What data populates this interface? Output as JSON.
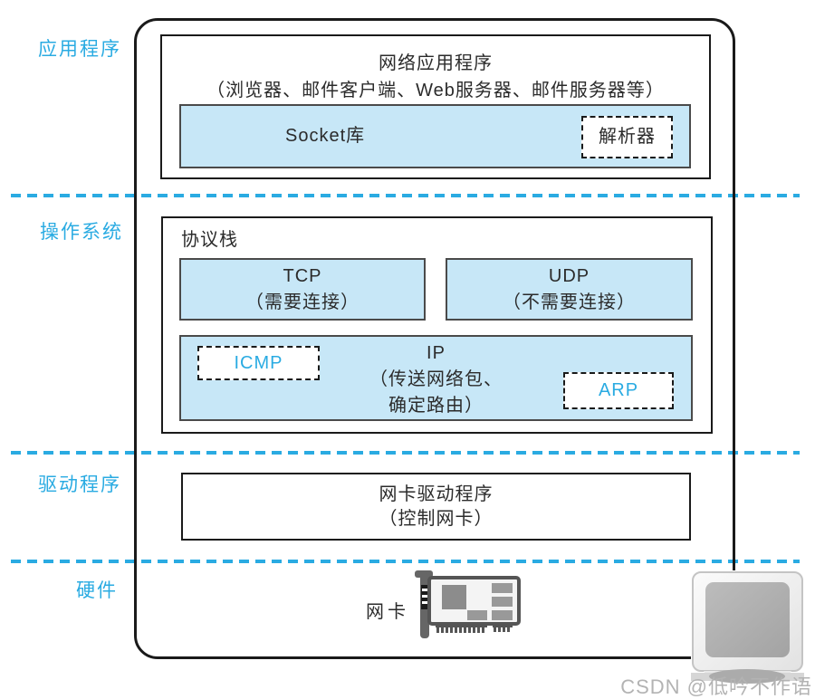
{
  "palette": {
    "accent_cyan": "#2aabe2",
    "box_fill_blue": "#c7e7f7",
    "border_dark": "#1a1a1a",
    "watermark_gray": "#b3b3b3"
  },
  "layer_labels": {
    "application": "应用程序",
    "os": "操作系统",
    "driver": "驱动程序",
    "hardware": "硬件"
  },
  "app_box": {
    "title": "网络应用程序",
    "subtitle": "（浏览器、邮件客户端、Web服务器、邮件服务器等）",
    "socket_label": "Socket库",
    "resolver_label": "解析器"
  },
  "os_box": {
    "stack_title": "协议栈",
    "tcp_line1": "TCP",
    "tcp_line2": "（需要连接）",
    "udp_line1": "UDP",
    "udp_line2": "（不需要连接）",
    "icmp_label": "ICMP",
    "ip_line1": "IP",
    "ip_line2": "（传送网络包、",
    "ip_line3": "确定路由）",
    "arp_label": "ARP"
  },
  "driver_box": {
    "line1": "网卡驱动程序",
    "line2": "（控制网卡）"
  },
  "hardware": {
    "nic_label": "网卡"
  },
  "watermark": "CSDN @低吟不作语"
}
